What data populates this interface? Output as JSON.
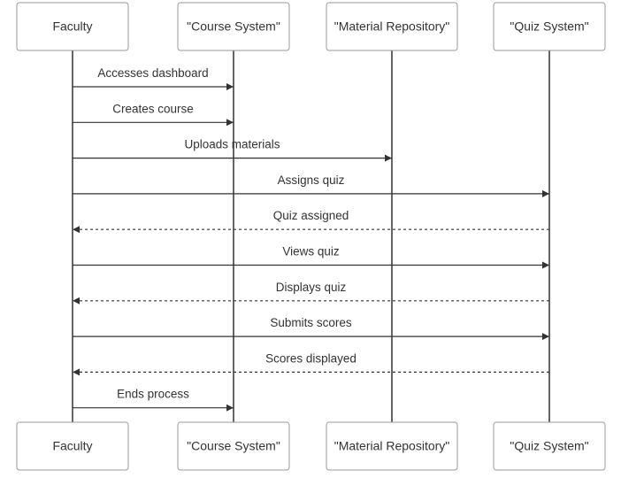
{
  "participants": [
    {
      "id": "faculty",
      "label": "Faculty"
    },
    {
      "id": "course",
      "label": "\"Course System\""
    },
    {
      "id": "material",
      "label": "\"Material Repository\""
    },
    {
      "id": "quiz",
      "label": "\"Quiz System\""
    }
  ],
  "messages": [
    {
      "from": "faculty",
      "to": "course",
      "label": "Accesses dashboard",
      "style": "solid"
    },
    {
      "from": "faculty",
      "to": "course",
      "label": "Creates course",
      "style": "solid"
    },
    {
      "from": "faculty",
      "to": "material",
      "label": "Uploads materials",
      "style": "solid"
    },
    {
      "from": "faculty",
      "to": "quiz",
      "label": "Assigns quiz",
      "style": "solid"
    },
    {
      "from": "quiz",
      "to": "faculty",
      "label": "Quiz assigned",
      "style": "dashed"
    },
    {
      "from": "faculty",
      "to": "quiz",
      "label": "Views quiz",
      "style": "solid"
    },
    {
      "from": "quiz",
      "to": "faculty",
      "label": "Displays quiz",
      "style": "dashed"
    },
    {
      "from": "faculty",
      "to": "quiz",
      "label": "Submits scores",
      "style": "solid"
    },
    {
      "from": "quiz",
      "to": "faculty",
      "label": "Scores displayed",
      "style": "dashed"
    },
    {
      "from": "faculty",
      "to": "course",
      "label": "Ends process",
      "style": "solid"
    }
  ]
}
